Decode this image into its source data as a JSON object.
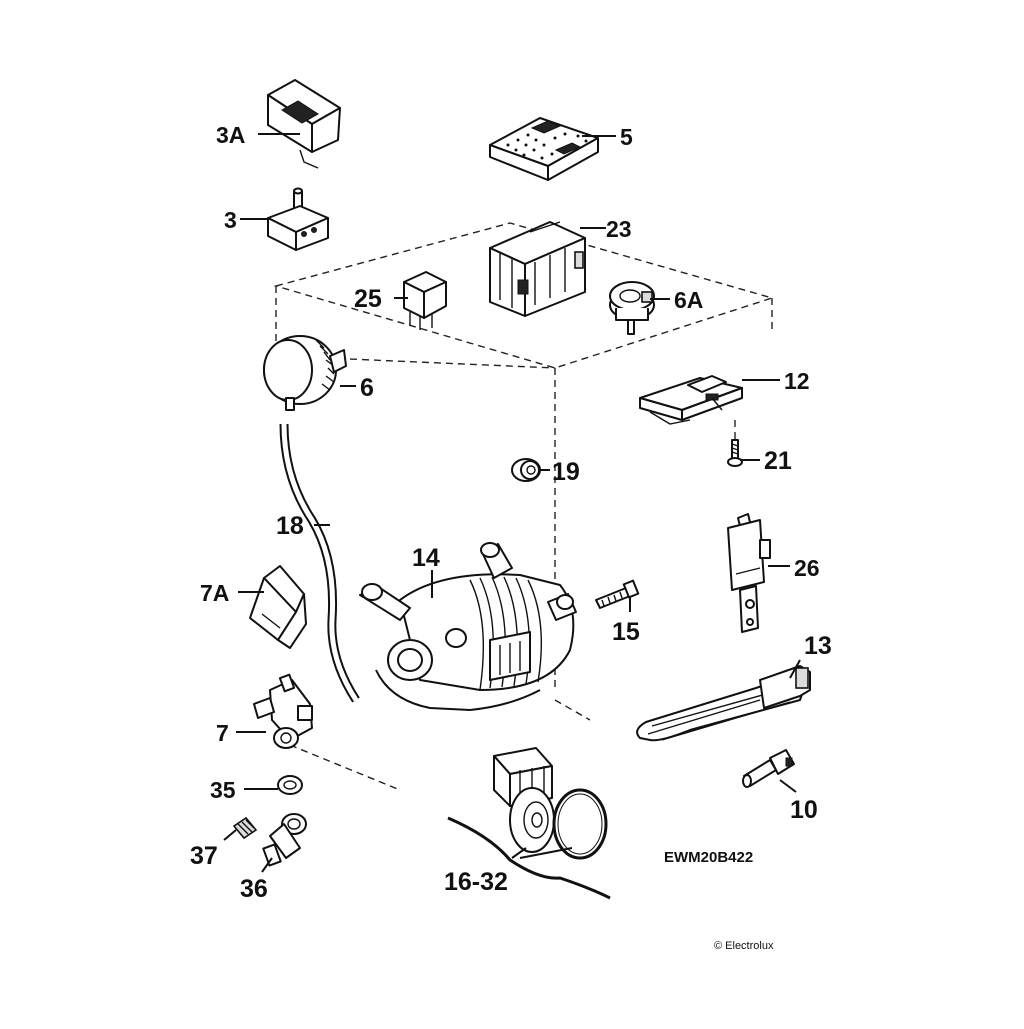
{
  "diagram": {
    "model_code": "EWM20B422",
    "copyright": "© Electrolux",
    "callouts": {
      "p3a": "3A",
      "p5": "5",
      "p3": "3",
      "p23": "23",
      "p25": "25",
      "p6a": "6A",
      "p6": "6",
      "p12": "12",
      "p21": "21",
      "p19": "19",
      "p18": "18",
      "p14": "14",
      "p26": "26",
      "p7a": "7A",
      "p15": "15",
      "p13": "13",
      "p7": "7",
      "p10": "10",
      "p35": "35",
      "p37": "37",
      "p36": "36",
      "p16_32": "16-32"
    }
  }
}
